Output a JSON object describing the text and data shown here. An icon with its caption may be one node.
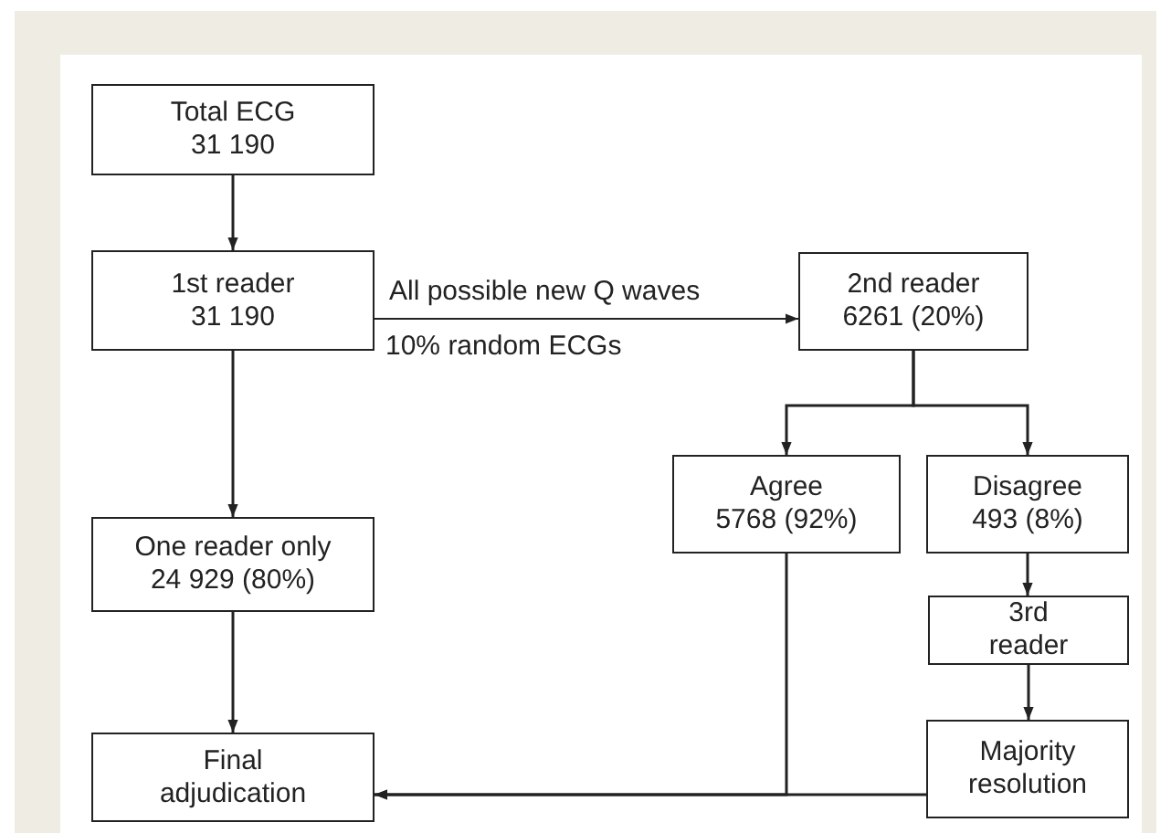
{
  "diagram": {
    "nodes": [
      {
        "text": [
          "Total ECG",
          "31 190"
        ]
      },
      {
        "text": [
          "1st reader",
          "31 190"
        ]
      },
      {
        "text": [
          "2nd reader",
          "6261 (20%)"
        ]
      },
      {
        "text": [
          "Agree",
          "5768 (92%)"
        ]
      },
      {
        "text": [
          "Disagree",
          "493 (8%)"
        ]
      },
      {
        "text": [
          "One reader only",
          "24 929 (80%)"
        ]
      },
      {
        "text": [
          "3rd reader"
        ]
      },
      {
        "text": [
          "Final adjudication"
        ]
      },
      {
        "text": [
          "Majority resolution"
        ]
      }
    ],
    "edges": [
      {
        "from": 0,
        "to": 1,
        "arrow": "to"
      },
      {
        "from": 1,
        "to": 2,
        "arrow": "to",
        "label": "All possible new Q waves"
      },
      {
        "from": 2,
        "to": 3,
        "arrow": "to"
      },
      {
        "from": 2,
        "to": 4,
        "arrow": "to"
      },
      {
        "from": 1,
        "to": 5,
        "arrow": "to"
      },
      {
        "from": 5,
        "to": 7,
        "arrow": "to"
      },
      {
        "from": 4,
        "to": 6,
        "arrow": "to"
      },
      {
        "from": 6,
        "to": 8,
        "arrow": "to"
      },
      {
        "from": 3,
        "to": 7,
        "arrow": "to"
      },
      {
        "from": 8,
        "to": 7,
        "arrow": "to"
      }
    ],
    "labels": [
      "10% random ECGs"
    ]
  }
}
